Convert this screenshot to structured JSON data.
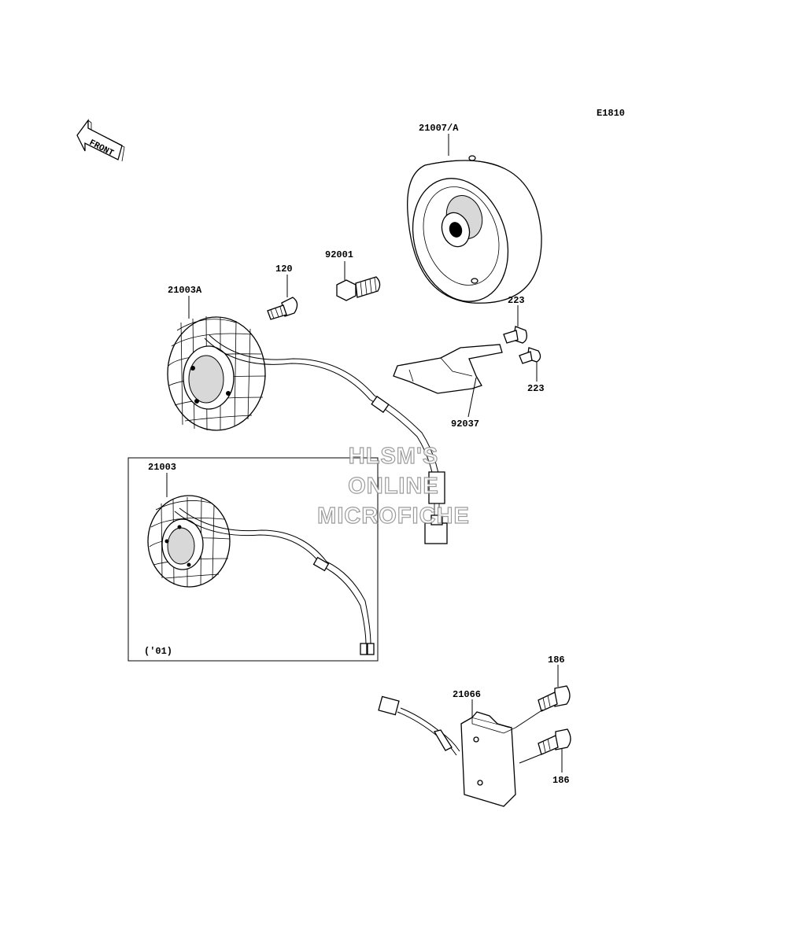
{
  "diagram_code": "E1810",
  "front_label": "FRONT",
  "watermark": {
    "line1": "HLSM'S",
    "line2": "ONLINE",
    "line3": "MICROFICHE"
  },
  "parts": {
    "flywheel": "21007/A",
    "bolt_92001": "92001",
    "screw_120": "120",
    "stator_a": "21003A",
    "screw_223_top": "223",
    "screw_223_bottom": "223",
    "bracket": "92037",
    "stator_01": "21003",
    "variant_note": "('01)",
    "regulator": "21066",
    "bolt_186_top": "186",
    "bolt_186_bottom": "186"
  }
}
